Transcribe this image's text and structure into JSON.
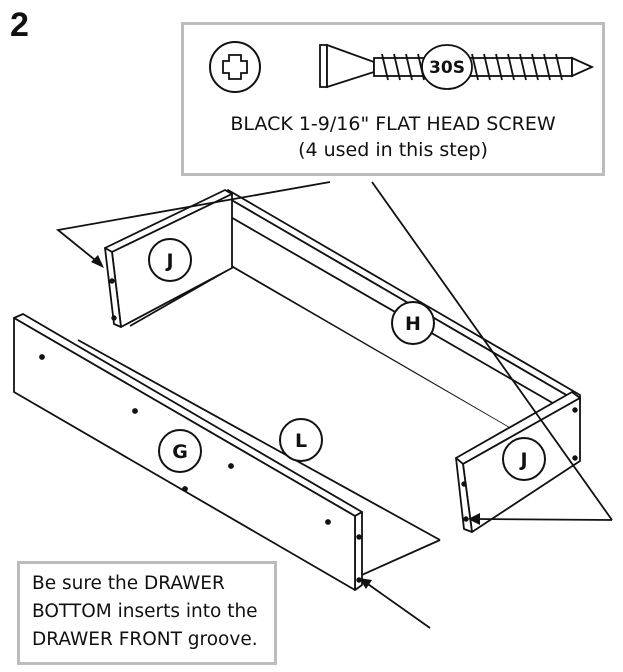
{
  "step": {
    "number": "2"
  },
  "hardware": {
    "code": "30S",
    "name": "BLACK 1-9/16\" FLAT HEAD SCREW",
    "count_note": "(4 used in this step)",
    "head_icon": "phillips-head-icon",
    "screw_icon": "flat-head-screw-icon"
  },
  "parts": {
    "side_left": "J",
    "side_right": "J",
    "back": "H",
    "bottom": "L",
    "front": "G"
  },
  "note": {
    "lines": [
      "Be sure the DRAWER",
      "BOTTOM inserts into the",
      "DRAWER FRONT groove."
    ]
  },
  "colors": {
    "line": "#111111",
    "box_border": "#bcbcbc",
    "background": "#ffffff"
  }
}
